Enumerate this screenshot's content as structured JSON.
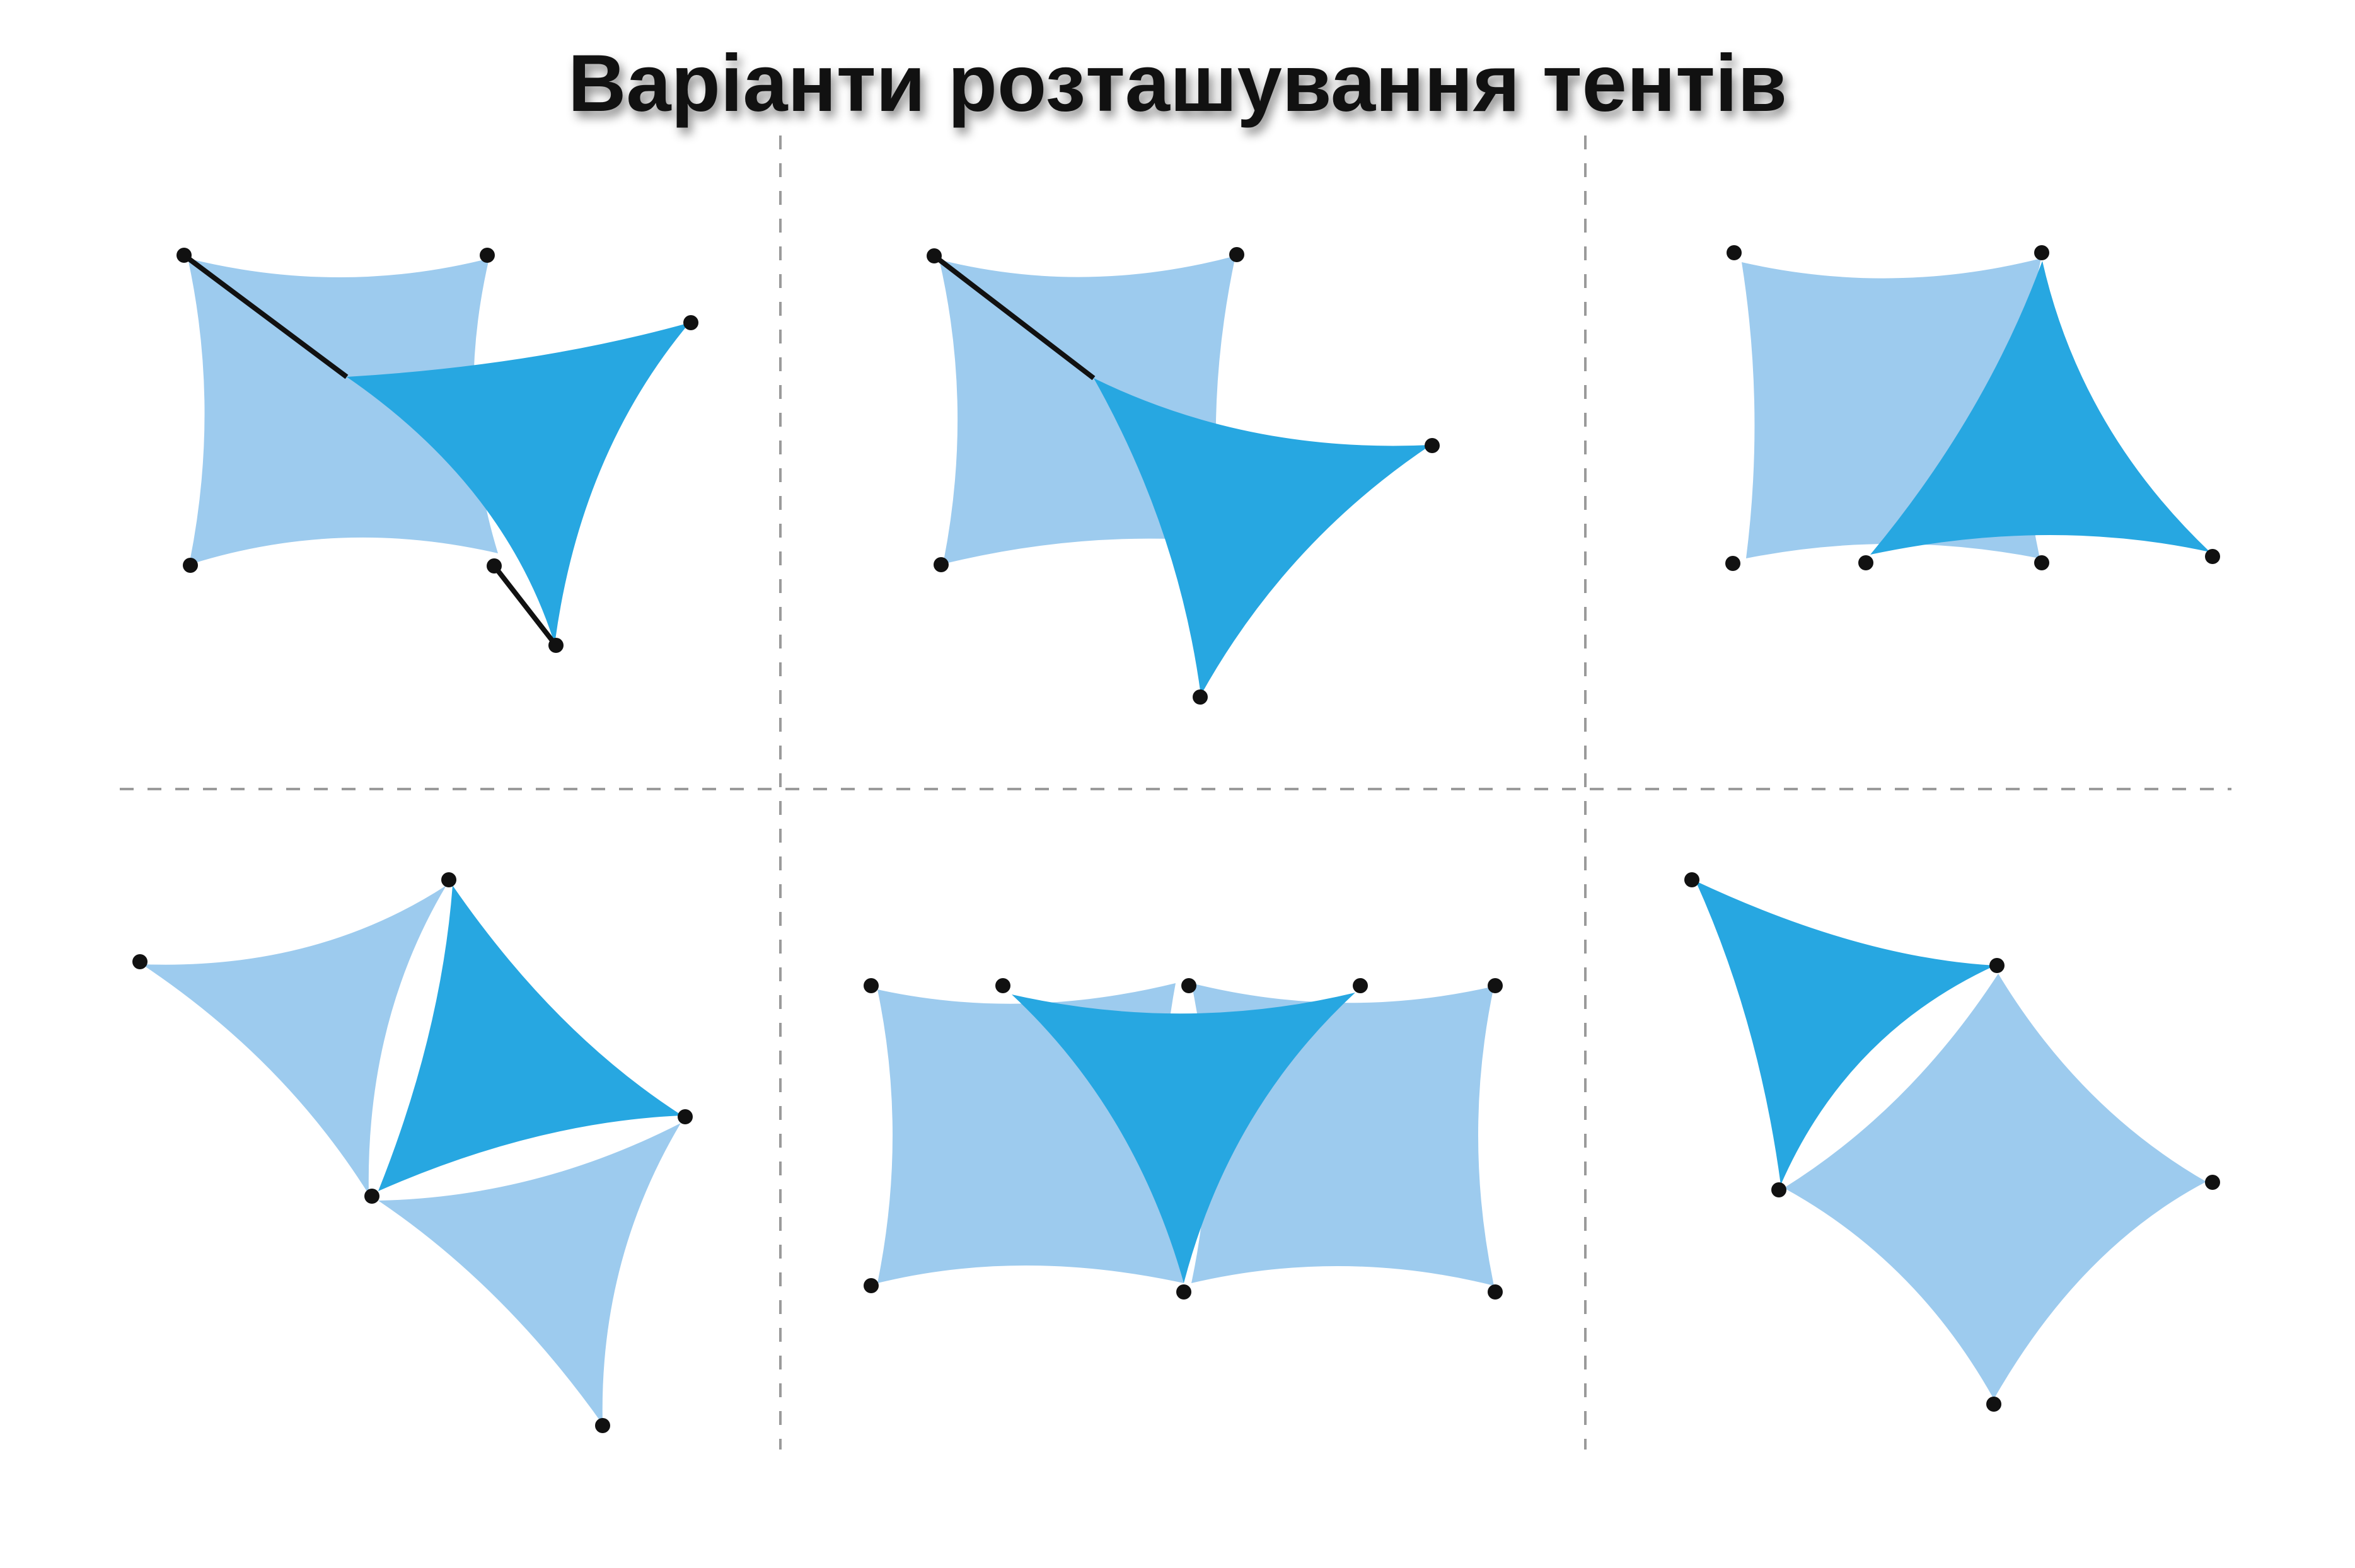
{
  "title": "Варіанти розташування тентів",
  "colors": {
    "sail_light": "#9dcbee",
    "sail_dark": "#27a7e1",
    "anchor": "#111111",
    "divider": "#9a9a9a"
  },
  "layouts": [
    {
      "id": "layout-1",
      "description_name": "square-and-triangle-offset"
    },
    {
      "id": "layout-2",
      "description_name": "square-and-triangle-diagonal"
    },
    {
      "id": "layout-3",
      "description_name": "square-and-triangle-stacked"
    },
    {
      "id": "layout-4",
      "description_name": "three-triangles-fan"
    },
    {
      "id": "layout-5",
      "description_name": "two-squares-and-triangle"
    },
    {
      "id": "layout-6",
      "description_name": "triangle-and-diamond"
    }
  ]
}
